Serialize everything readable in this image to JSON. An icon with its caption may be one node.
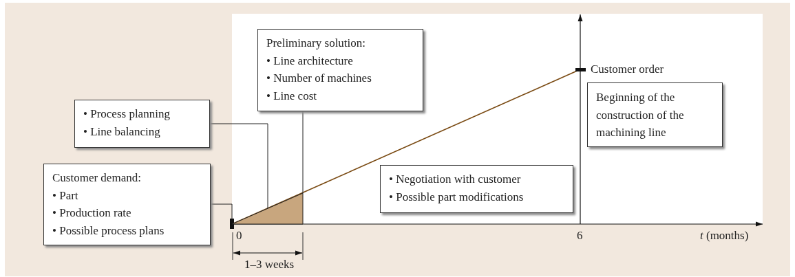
{
  "diagram": {
    "nodes": [
      {
        "text": [
          "Customer demand:",
          "• Part",
          "• Production rate",
          "• Possible process plans"
        ]
      },
      {
        "text": [
          "• Process planning",
          "• Line balancing"
        ]
      },
      {
        "text": [
          "Preliminary solution:",
          "• Line architecture",
          "• Number of machines",
          "• Line cost"
        ]
      },
      {
        "text": [
          "• Negotiation with customer",
          "• Possible part modifications"
        ]
      },
      {
        "text": [
          "Beginning of the construction of the machining line"
        ]
      },
      {
        "text": [],
        "shape": "bar"
      },
      {
        "text": [],
        "shape": "triangle"
      }
    ],
    "edges": [
      {
        "from": 0,
        "to": 5,
        "arrow": "none"
      },
      {
        "from": 1,
        "to": 6,
        "arrow": "none"
      },
      {
        "from": 2,
        "to": 6,
        "arrow": "none"
      }
    ],
    "labels": [
      "Customer order",
      "0",
      "6",
      "*t* (months)",
      "1–3 weeks"
    ]
  }
}
